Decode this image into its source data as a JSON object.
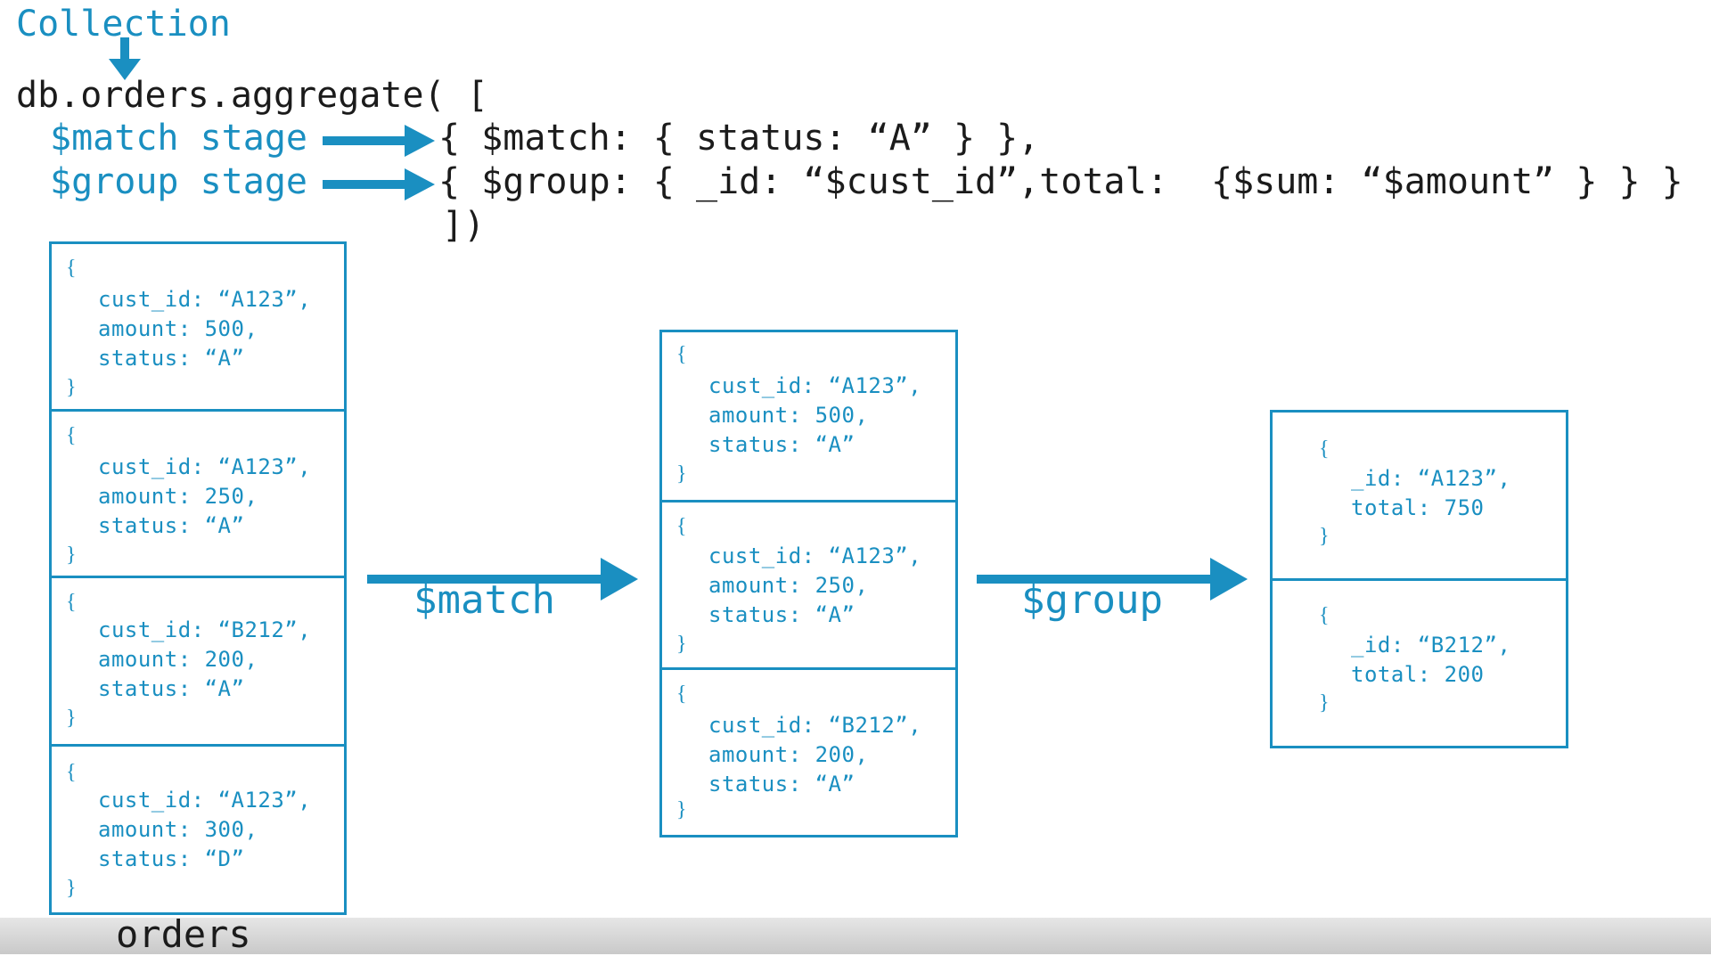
{
  "header": {
    "collection_label": "Collection",
    "code_line1": "db.orders.aggregate( [",
    "match_stage_label": "$match stage",
    "match_stage_code": "{ $match: { status: “A” } },",
    "group_stage_label": "$group stage",
    "group_stage_code": "{ $group: { _id: “$cust_id”,total:  {$sum: “$amount” } } }",
    "code_close": "])"
  },
  "flow": {
    "match_label": "$match",
    "group_label": "$group",
    "orders_label": "orders"
  },
  "orders_docs": [
    {
      "open": "{",
      "line1": "cust_id: “A123”,",
      "line2": "amount: 500,",
      "line3": "status: “A”",
      "close": "}"
    },
    {
      "open": "{",
      "line1": "cust_id: “A123”,",
      "line2": "amount: 250,",
      "line3": "status: “A”",
      "close": "}"
    },
    {
      "open": "{",
      "line1": "cust_id: “B212”,",
      "line2": "amount: 200,",
      "line3": "status: “A”",
      "close": "}"
    },
    {
      "open": "{",
      "line1": "cust_id: “A123”,",
      "line2": "amount: 300,",
      "line3": "status: “D”",
      "close": "}"
    }
  ],
  "matched_docs": [
    {
      "open": "{",
      "line1": "cust_id: “A123”,",
      "line2": "amount: 500,",
      "line3": "status: “A”",
      "close": "}"
    },
    {
      "open": "{",
      "line1": "cust_id: “A123”,",
      "line2": "amount: 250,",
      "line3": "status: “A”",
      "close": "}"
    },
    {
      "open": "{",
      "line1": "cust_id: “B212”,",
      "line2": "amount: 200,",
      "line3": "status: “A”",
      "close": "}"
    }
  ],
  "grouped_docs": [
    {
      "open": "{",
      "line1": "_id: “A123”,",
      "line2": "total: 750",
      "close": "}"
    },
    {
      "open": "{",
      "line1": "_id: “B212”,",
      "line2": "total: 200",
      "close": "}"
    }
  ],
  "colors": {
    "accent": "#1a8fc1",
    "text": "#1b1b1b"
  }
}
